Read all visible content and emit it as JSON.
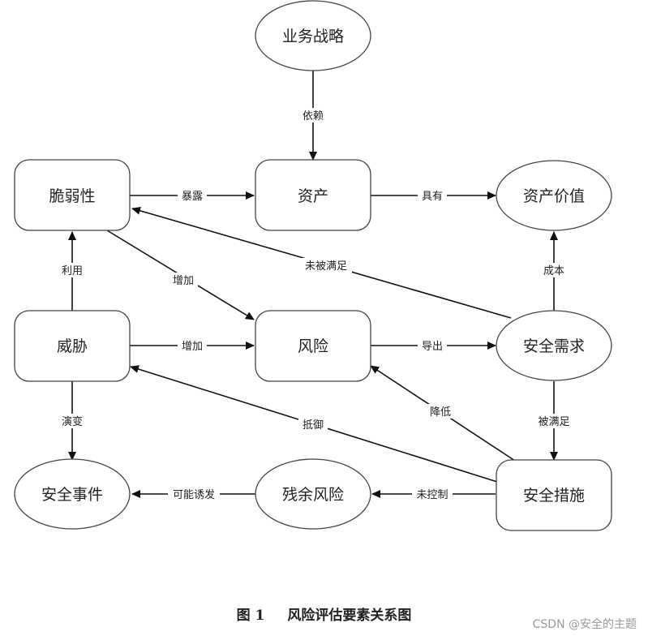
{
  "nodes": {
    "strategy": "业务战略",
    "vulnerability": "脆弱性",
    "asset": "资产",
    "asset_value": "资产价值",
    "threat": "威胁",
    "risk": "风险",
    "security_need": "安全需求",
    "security_event": "安全事件",
    "residual_risk": "残余风险",
    "security_measure": "安全措施"
  },
  "edges": {
    "depends": "依赖",
    "exposes": "暴露",
    "has": "具有",
    "utilizes": "利用",
    "increases_v": "增加",
    "unmet": "未被满足",
    "cost": "成本",
    "increases_t": "增加",
    "derives": "导出",
    "evolves": "演变",
    "resists": "抵御",
    "reduces": "降低",
    "satisfied": "被满足",
    "may_trigger": "可能诱发",
    "uncontrolled": "未控制"
  },
  "caption": {
    "number": "图 1",
    "title": "风险评估要素关系图"
  },
  "watermark": "CSDN @安全的主题"
}
